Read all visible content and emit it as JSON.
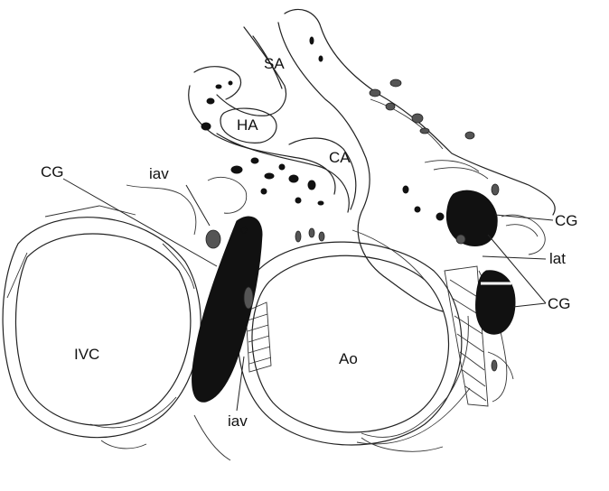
{
  "labels": {
    "sa": "SA",
    "ha": "HA",
    "ca": "CA",
    "cg_left": "CG",
    "iav_top": "iav",
    "ivc": "IVC",
    "ao": "Ao",
    "iav_bottom": "iav",
    "cg_right_top": "CG",
    "lat": "lat",
    "cg_right_bottom": "CG"
  },
  "colors": {
    "ink": "#111111",
    "ganglion": "#111111",
    "vessel_grey": "#555555"
  }
}
